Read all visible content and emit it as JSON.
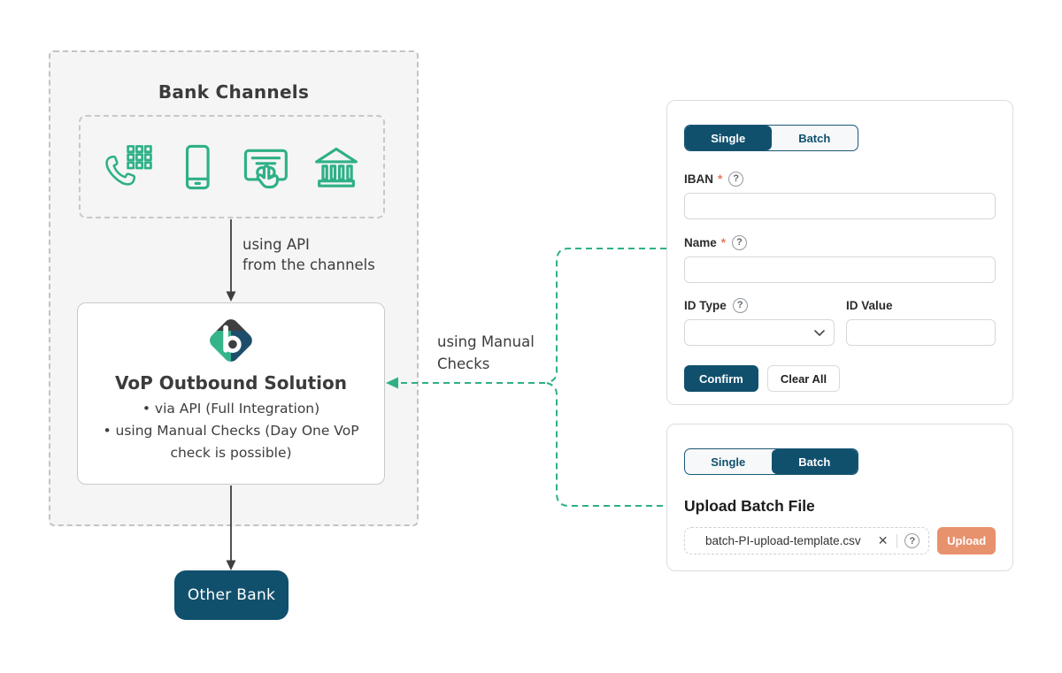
{
  "colors": {
    "navy": "#11506d",
    "teal": "#2eb086",
    "orange": "#e8916d",
    "asterisk": "#e8795a",
    "container_bg": "#f5f5f6"
  },
  "diagram": {
    "bank_channels": {
      "title": "Bank Channels",
      "icons": [
        {
          "name": "phone-banking-icon"
        },
        {
          "name": "mobile-banking-icon"
        },
        {
          "name": "online-banking-icon"
        },
        {
          "name": "branch-bank-icon"
        }
      ]
    },
    "api_label_line1": "using API",
    "api_label_line2": "from the channels",
    "manual_label_line1": "using Manual",
    "manual_label_line2": "Checks",
    "vop_box": {
      "title": "VoP Outbound Solution",
      "bullets": [
        "via API (Full Integration)",
        "using Manual Checks (Day One VoP check is possible)"
      ]
    },
    "other_bank_label": "Other Bank"
  },
  "single_form": {
    "tabs": [
      {
        "label": "Single",
        "active": true
      },
      {
        "label": "Batch",
        "active": false
      }
    ],
    "iban": {
      "label": "IBAN",
      "required": "*",
      "value": ""
    },
    "name": {
      "label": "Name",
      "required": "*",
      "value": ""
    },
    "id_type": {
      "label": "ID Type",
      "value": ""
    },
    "id_value": {
      "label": "ID Value",
      "value": ""
    },
    "confirm_label": "Confirm",
    "clear_label": "Clear All",
    "help_glyph": "?"
  },
  "batch_form": {
    "tabs": [
      {
        "label": "Single",
        "active": false
      },
      {
        "label": "Batch",
        "active": true
      }
    ],
    "heading": "Upload Batch File",
    "file_name": "batch-PI-upload-template.csv",
    "clear_glyph": "✕",
    "help_glyph": "?",
    "upload_label": "Upload"
  }
}
